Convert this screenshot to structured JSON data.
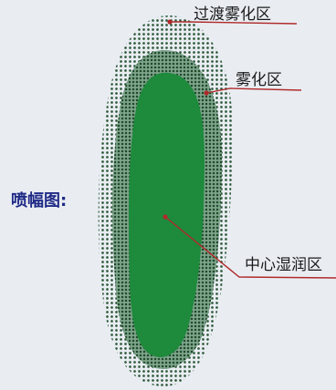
{
  "title": "喷幅图:",
  "zones": {
    "transition": {
      "label": "过渡雾化区"
    },
    "atomized": {
      "label": "雾化区"
    },
    "core": {
      "label": "中心湿润区"
    }
  },
  "colors": {
    "background": "#e9edf2",
    "outer_dots": "#2f5a3a",
    "inner_band": "#7ea48c",
    "inner_dots": "#1f4a2a",
    "core_fill": "#1e8a3c",
    "leader_line": "#b02a2a",
    "title_text": "#1f2a86"
  }
}
